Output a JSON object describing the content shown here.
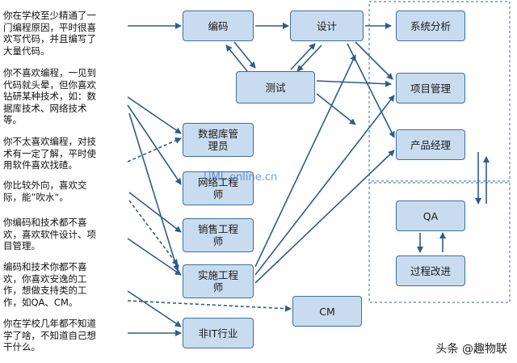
{
  "descriptions": [
    "你在学校至少精通了一\n门编程原因，平时很喜\n欢写代码，并且编写了\n大量代码。",
    "你不喜欢编程，一见到\n代码就头晕，但你喜欢\n钻研某种技术，如：数\n据库技术、网络技术\n等。",
    "你不太喜欢编程，对技\n术有一定了解，平时使\n用软件喜欢找碴。",
    "你比较外向，喜欢交\n际，能”吹水“。",
    "你编码和技术都不喜\n欢，喜欢软件设计、项\n目管理。",
    "编码和技术你都不喜\n欢，你喜欢安逸的工\n作，想做支持类的工\n作，如QA、CM。",
    "你在学校几年都不知道\n学了啥，不知道自己想\n干什么。"
  ],
  "nodes": {
    "coding": "编码",
    "design": "设计",
    "testing": "测试",
    "dba": "数据库管\n理员",
    "network": "网络工程\n师",
    "sales": "销售工程\n师",
    "implementation": "实施工程\n师",
    "non_it": "非IT行业",
    "cm": "CM",
    "system_analysis": "系统分析",
    "project_management": "项目管理",
    "product_manager": "产品经理",
    "qa": "QA",
    "process_improvement": "过程改进"
  },
  "watermark": "UML.online.cn",
  "credit": "头条 @趣物联"
}
